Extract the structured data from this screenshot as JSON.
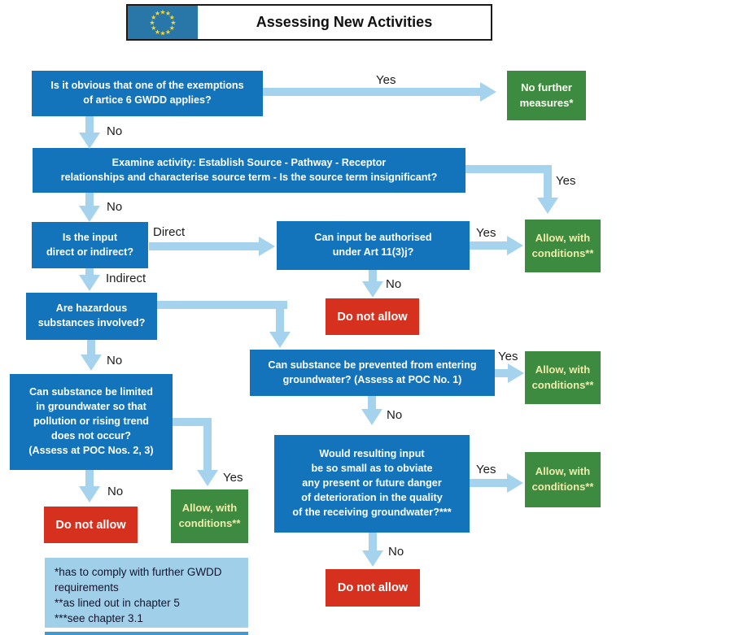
{
  "header": {
    "title": "Assessing New Activities",
    "flag_icon": "eu-flag-icon"
  },
  "colors": {
    "question_blue": "#1474bb",
    "allow_green": "#3d8b41",
    "deny_red": "#d6301f",
    "arrow_light_blue": "#a5d2ec",
    "note_light_blue": "#9fcfe9",
    "allow_text_yellow": "#f0edaa",
    "flag_blue": "#2877a8",
    "flag_star_yellow": "#f5d833"
  },
  "nodes": {
    "exemption": {
      "text": "Is it obvious that one of the exemptions\nof artice 6 GWDD applies?"
    },
    "no_further": {
      "text": "No further\nmeasures*"
    },
    "examine": {
      "text": "Examine activity: Establish Source - Pathway - Receptor\nrelationships and characterise source term - Is the source term insignificant?"
    },
    "direct_indirect": {
      "text": "Is the input\ndirect or indirect?"
    },
    "authorised": {
      "text": "Can input be authorised\nunder Art 11(3)j?"
    },
    "hazardous": {
      "text": "Are hazardous\nsubstances involved?"
    },
    "prevented": {
      "text": "Can substance be prevented from entering\ngroundwater? (Assess at POC No. 1)"
    },
    "limited": {
      "text": "Can substance be limited\nin groundwater so that\npollution or rising trend\ndoes not occur?\n(Assess at POC Nos. 2, 3)"
    },
    "obviate": {
      "text": "Would resulting input\nbe so small as to obviate\nany present or future danger\nof deterioration in the quality\nof the receiving groundwater?***"
    },
    "allow_conditions": {
      "text": "Allow, with\nconditions**"
    },
    "do_not_allow": {
      "text": "Do not allow"
    }
  },
  "edge_labels": {
    "exemption_yes": "Yes",
    "exemption_no": "No",
    "examine_yes": "Yes",
    "examine_no": "No",
    "direct": "Direct",
    "indirect": "Indirect",
    "authorised_yes": "Yes",
    "authorised_no": "No",
    "hazardous_no": "No",
    "prevented_yes": "Yes",
    "prevented_no": "No",
    "limited_yes": "Yes",
    "limited_no": "No",
    "obviate_yes": "Yes",
    "obviate_no": "No"
  },
  "footnotes": {
    "text": "*has to comply with further GWDD\nrequirements\n**as lined out in chapter 5\n***see chapter 3.1"
  }
}
